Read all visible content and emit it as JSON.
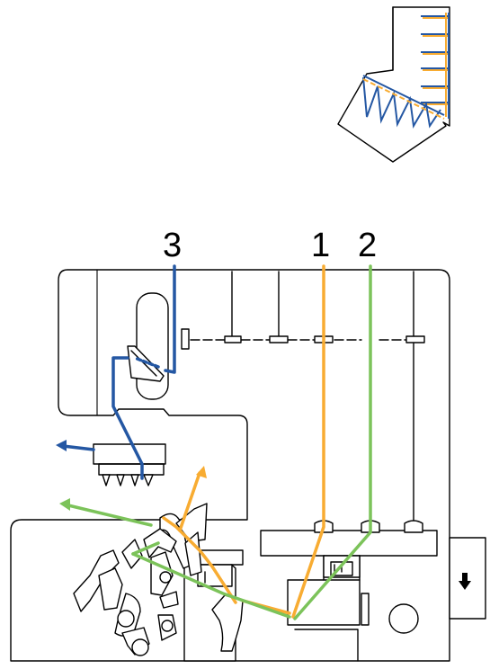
{
  "thread_labels": {
    "upper_looper": "3",
    "needle_1": "1",
    "needle_2": "2"
  },
  "colors": {
    "needle_1_thread": "#f8ac32",
    "needle_2_thread": "#7cc35a",
    "looper_thread": "#2457a3"
  },
  "icons": {
    "direction_indicator": "down-arrow-icon"
  }
}
